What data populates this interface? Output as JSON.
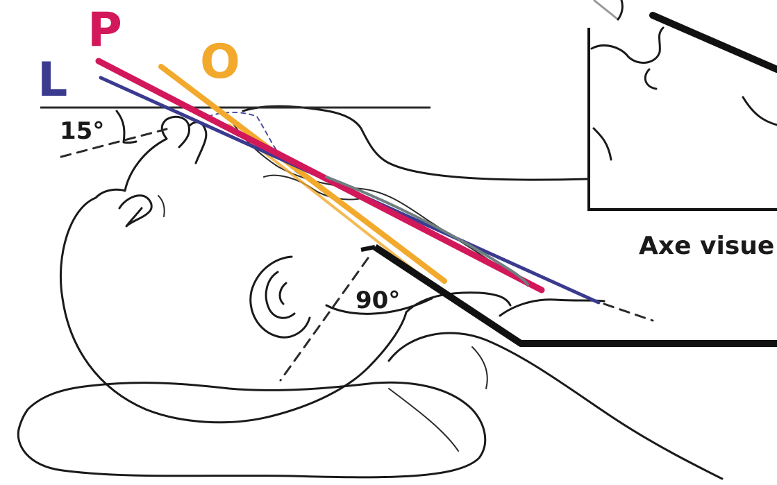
{
  "labels": {
    "L": "L",
    "P": "P",
    "O": "O",
    "angle_head": "15°",
    "angle_laryngoscope": "90°",
    "caption": "Axe visue"
  },
  "colors": {
    "L": "#3a3b8f",
    "P": "#d2185a",
    "O": "#f2a92c",
    "outline": "#1a1a1a"
  }
}
